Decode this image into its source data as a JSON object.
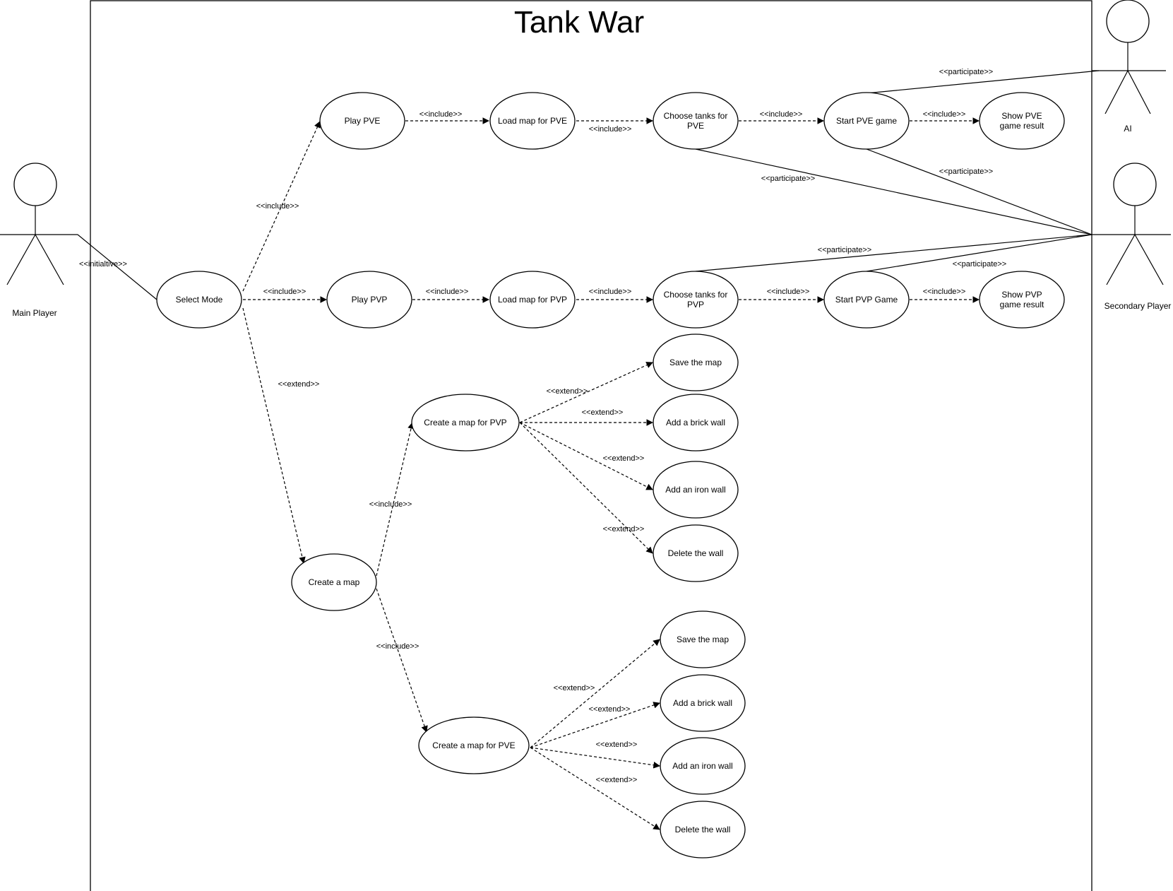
{
  "title": "Tank War",
  "actors": {
    "main_player": "Main Player",
    "ai": "AI",
    "secondary_player": "Secondary Player"
  },
  "use_cases": {
    "select_mode": [
      "Select Mode"
    ],
    "play_pve": [
      "Play PVE"
    ],
    "load_map_pve": [
      "Load map for PVE"
    ],
    "choose_tanks_pve": [
      "Choose tanks for",
      "PVE"
    ],
    "start_pve_game": [
      "Start PVE game"
    ],
    "show_pve_result": [
      "Show PVE",
      "game result"
    ],
    "play_pvp": [
      "Play PVP"
    ],
    "load_map_pvp": [
      "Load map for PVP"
    ],
    "choose_tanks_pvp": [
      "Choose tanks for",
      "PVP"
    ],
    "start_pvp_game": [
      "Start PVP Game"
    ],
    "show_pvp_result": [
      "Show PVP",
      "game result"
    ],
    "create_map": [
      "Create a map"
    ],
    "create_map_pvp": [
      "Create a map for PVP"
    ],
    "create_map_pve": [
      "Create a map for PVE"
    ],
    "save_map_1": [
      "Save the map"
    ],
    "brick_wall_1": [
      "Add a brick wall"
    ],
    "iron_wall_1": [
      "Add an iron wall"
    ],
    "delete_wall_1": [
      "Delete the wall"
    ],
    "save_map_2": [
      "Save the map"
    ],
    "brick_wall_2": [
      "Add a brick wall"
    ],
    "iron_wall_2": [
      "Add an iron wall"
    ],
    "delete_wall_2": [
      "Delete the wall"
    ]
  },
  "stereotypes": {
    "include": "<<include>>",
    "extend": "<<extend>>",
    "participate": "<<participate>>",
    "initiative": "<<initialtive>>"
  }
}
